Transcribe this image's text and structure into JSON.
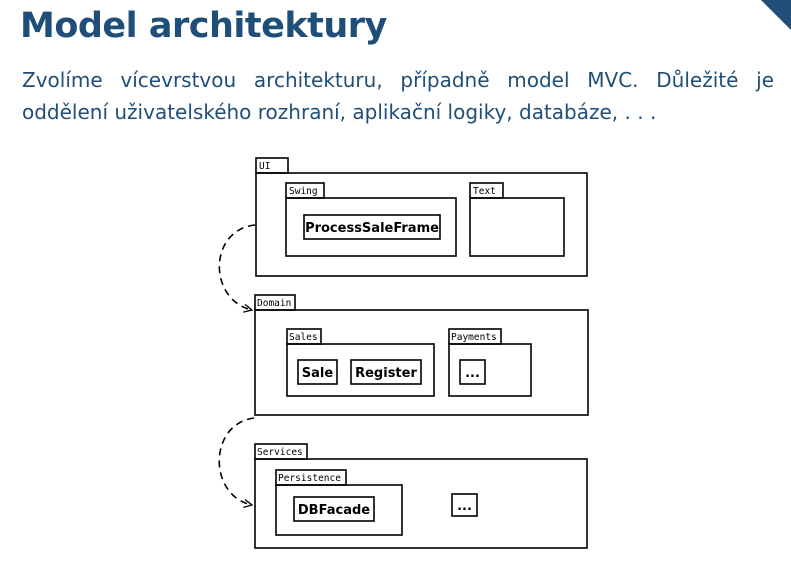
{
  "slide": {
    "title": "Model architektury",
    "text": "Zvolíme vícevrstvou architekturu, případně model MVC. Důležité je oddělení uživatelského rozhraní, aplikační logiky, databáze, . . ."
  },
  "diagram": {
    "layers": [
      {
        "name": "UI",
        "packages": [
          {
            "name": "Swing",
            "classes": [
              "ProcessSaleFrame"
            ]
          },
          {
            "name": "Text",
            "classes": []
          }
        ]
      },
      {
        "name": "Domain",
        "packages": [
          {
            "name": "Sales",
            "classes": [
              "Sale",
              "Register"
            ]
          },
          {
            "name": "Payments",
            "classes": [
              "..."
            ]
          }
        ]
      },
      {
        "name": "Services",
        "packages": [
          {
            "name": "Persistence",
            "classes": [
              "DBFacade"
            ]
          }
        ],
        "loose_classes": [
          "..."
        ]
      }
    ]
  },
  "colors": {
    "title": "#1f4e79",
    "corner": "#1f4e79",
    "lines": "#000000"
  }
}
